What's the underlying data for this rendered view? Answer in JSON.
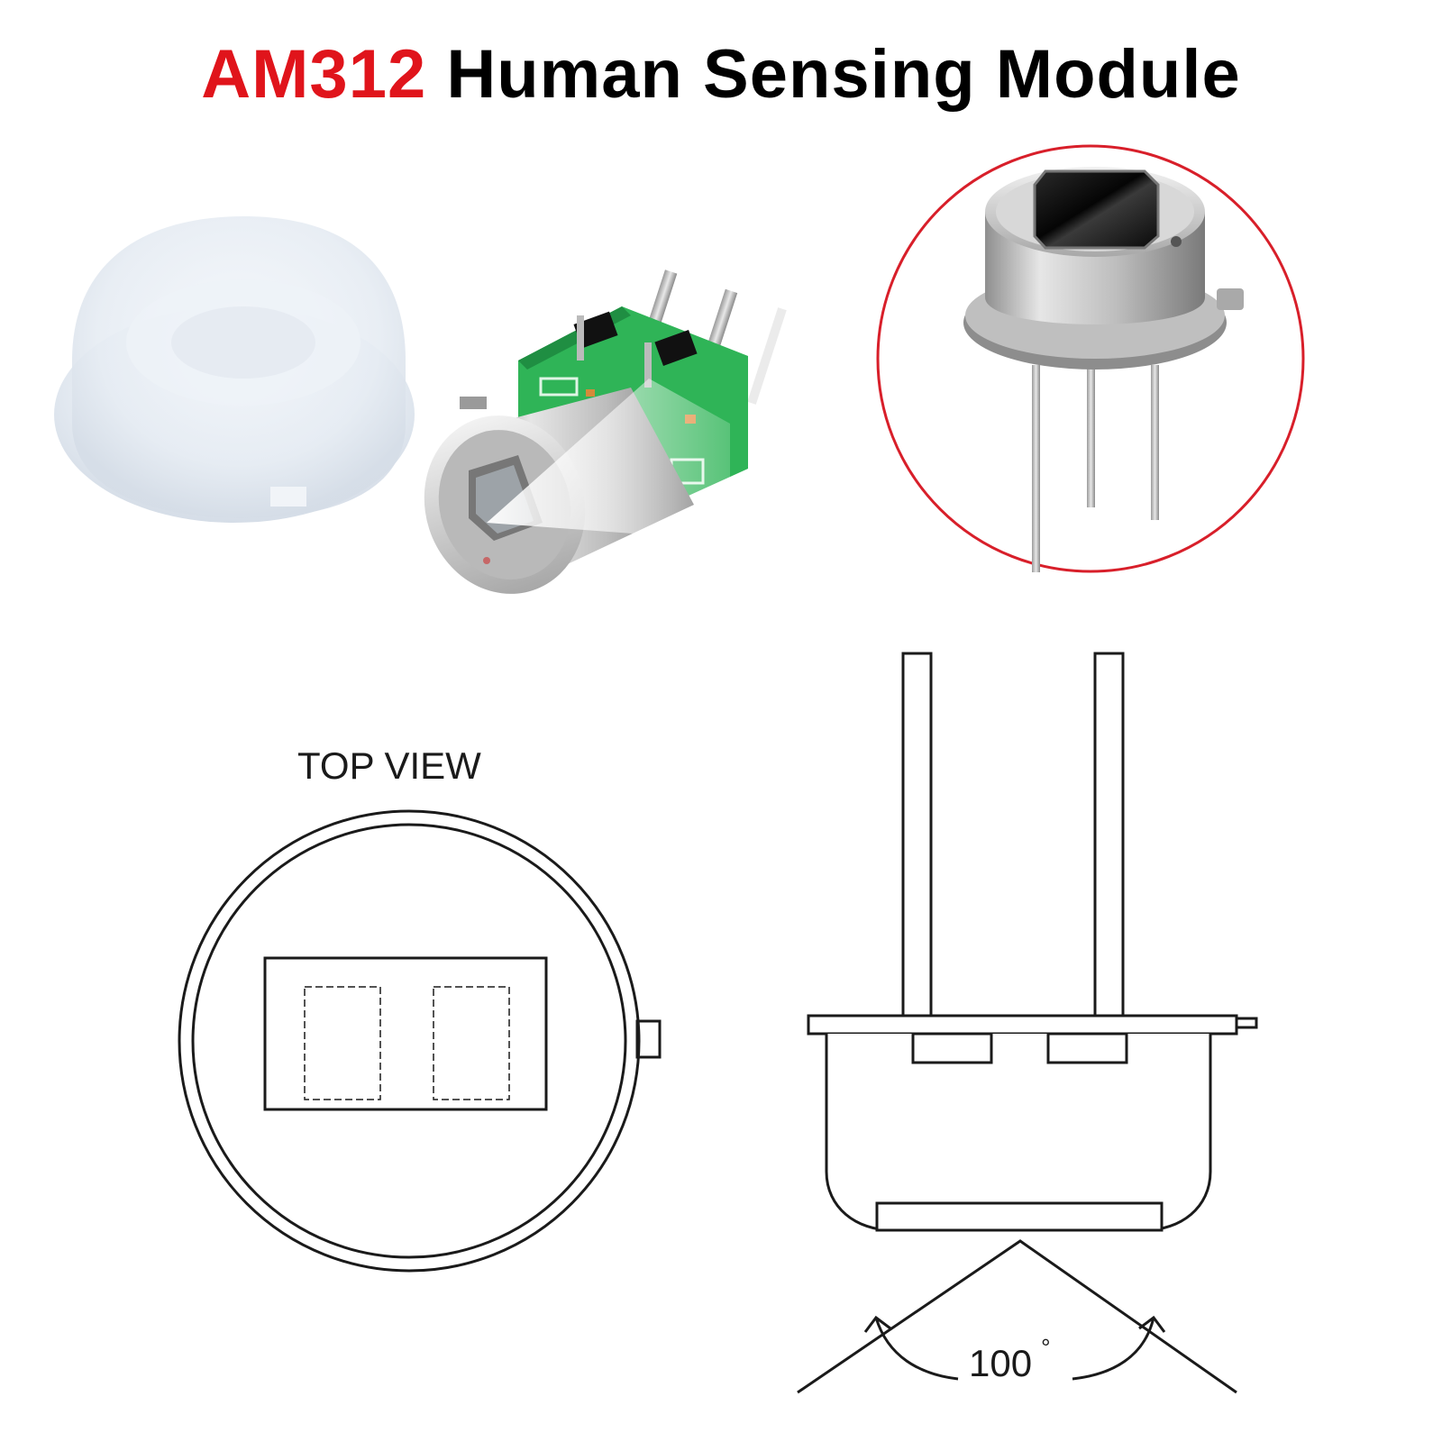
{
  "title": {
    "model": "AM312",
    "name": "Human Sensing Module"
  },
  "diagram": {
    "top_view_label": "TOP VIEW",
    "angle_value": "100",
    "angle_unit": "°"
  },
  "colors": {
    "model_text": "#e0141b",
    "name_text": "#000000",
    "highlight_circle": "#d81f2a",
    "pcb_green": "#2fb457",
    "metal": "#c9c9c9",
    "line": "#1a1a1a"
  },
  "icons": {
    "lens": "fresnel-lens-dome-icon",
    "module": "pir-module-board-icon",
    "sensor": "pir-sensor-can-icon"
  }
}
